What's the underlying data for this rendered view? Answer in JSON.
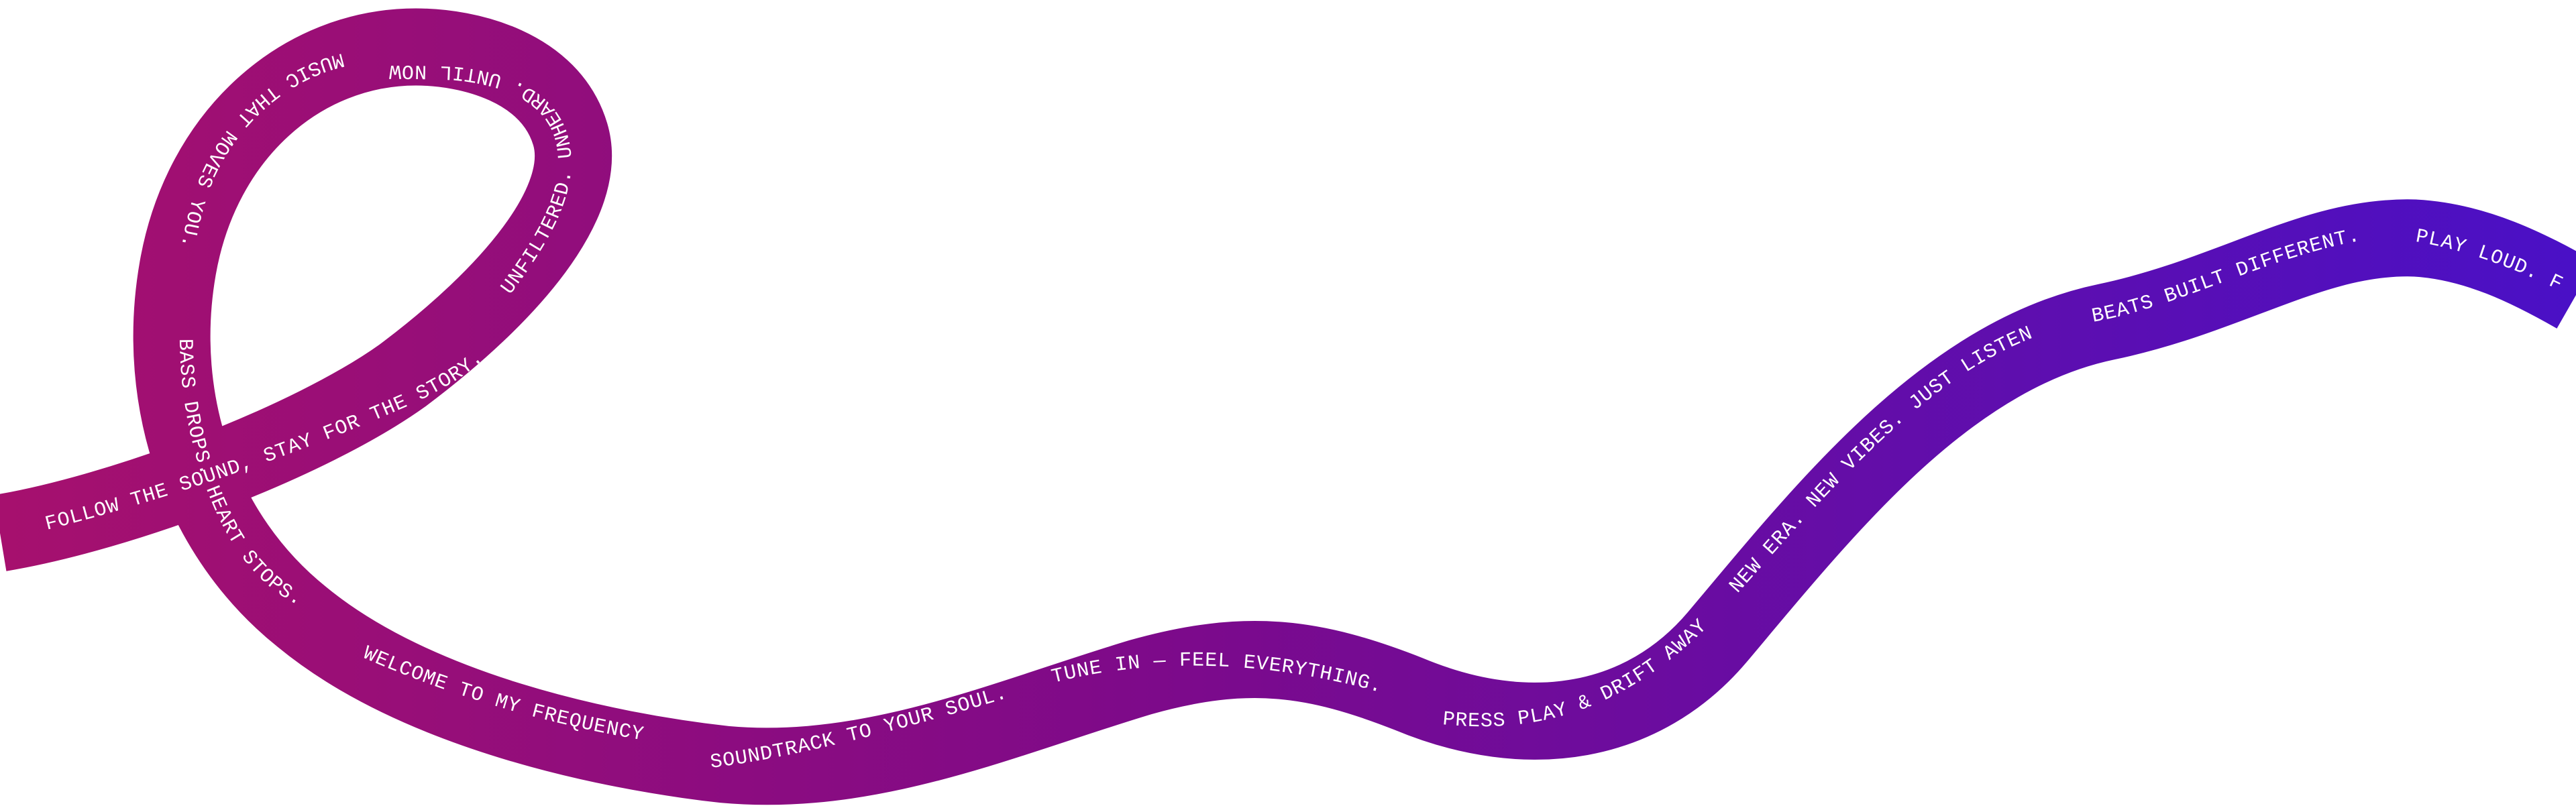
{
  "ribbon": {
    "gradient_start": "#A6106E",
    "gradient_mid": "#7D0A8A",
    "gradient_end": "#4A10C6",
    "text_color": "#FFFFFF"
  },
  "phrases": {
    "p01": "FOLLOW THE SOUND, STAY FOR THE STORY.",
    "p02": "UNFILTERED. UNHEARD. UNTIL NOW.",
    "p03": "MUSIC THAT MOVES YOU.",
    "p04": "BASS DROPS. HEART STOPS.",
    "p05": "WELCOME TO MY FREQUENCY",
    "p06": "SOUNDTRACK TO YOUR SOUL.",
    "p07": "TUNE IN — FEEL EVERYTHING.",
    "p08": "PRESS PLAY & DRIFT AWAY.",
    "p09": "NEW ERA. NEW VIBES. JUST LISTEN.",
    "p10": "BEATS BUILT DIFFERENT.",
    "p11": "PLAY LOUD. F"
  }
}
